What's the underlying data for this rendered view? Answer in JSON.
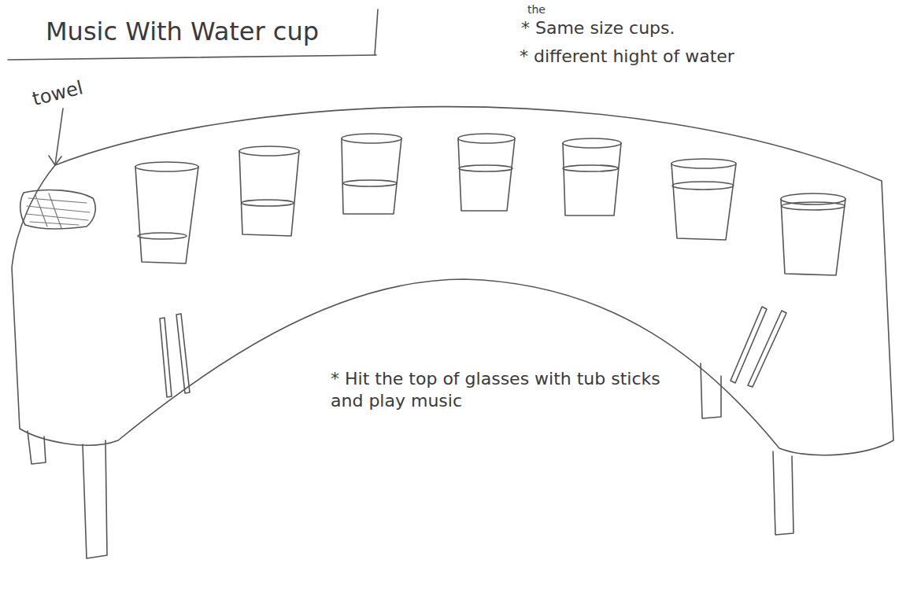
{
  "diagram": {
    "title": "Music With Water cup",
    "labels": [
      "the",
      "* Same size cups.",
      "* different hight of water",
      "towel",
      "* Hit the top of glasses with tub sticks and play music"
    ]
  }
}
